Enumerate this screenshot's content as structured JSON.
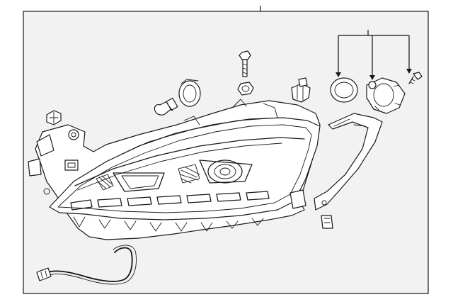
{
  "diagram": {
    "colors": {
      "panel_background": "#f2f2f2",
      "line": "#1a1a1a",
      "page_background": "#ffffff"
    },
    "parts": [
      "headlamp-assembly",
      "bulb",
      "dust-cap",
      "bolt",
      "nut",
      "connector-bracket",
      "grommet-nut",
      "seal-ring",
      "led-module",
      "screw",
      "mounting-bracket",
      "clip",
      "wiring-harness"
    ]
  }
}
